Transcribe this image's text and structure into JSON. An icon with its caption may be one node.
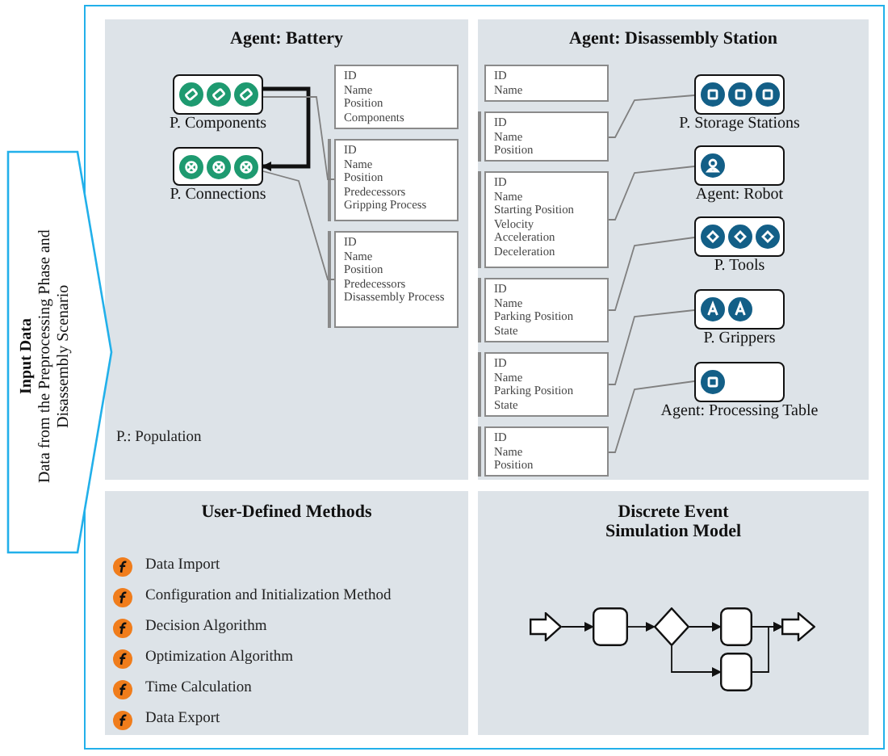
{
  "diagram": {
    "nodes": [
      {
        "text": [
          "Input Data",
          "Data from the Preprocessing Phase and Disassembly Scenario"
        ]
      },
      {
        "text": [
          "Agent: Battery"
        ]
      },
      {
        "text": [
          "P. Components"
        ],
        "in": 1
      },
      {
        "text": [
          "P. Connections"
        ],
        "in": 1
      },
      {
        "text": [
          "ID",
          "Name",
          "Position",
          "Components"
        ],
        "in": 1
      },
      {
        "text": [
          "ID",
          "Name",
          "Position",
          "Predecessors",
          "Gripping Process"
        ],
        "in": 1
      },
      {
        "text": [
          "ID",
          "Name",
          "Position",
          "Predecessors",
          "Disassembly Process"
        ],
        "in": 1
      },
      {
        "text": [
          "Agent: Disassembly Station"
        ]
      },
      {
        "text": [
          "ID",
          "Name"
        ],
        "in": 7
      },
      {
        "text": [
          "ID",
          "Name",
          "Position"
        ],
        "in": 7
      },
      {
        "text": [
          "ID",
          "Name",
          "Starting Position",
          "Velocity",
          "Acceleration",
          "Deceleration"
        ],
        "in": 7
      },
      {
        "text": [
          "ID",
          "Name",
          "Parking Position",
          "State"
        ],
        "in": 7
      },
      {
        "text": [
          "ID",
          "Name",
          "Parking Position",
          "State"
        ],
        "in": 7
      },
      {
        "text": [
          "ID",
          "Name",
          "Position"
        ],
        "in": 7
      },
      {
        "text": [
          "P. Storage Stations"
        ],
        "in": 7
      },
      {
        "text": [
          "Agent: Robot"
        ],
        "in": 7
      },
      {
        "text": [
          "P. Tools"
        ],
        "in": 7
      },
      {
        "text": [
          "P. Grippers"
        ],
        "in": 7
      },
      {
        "text": [
          "Agent: Processing Table"
        ],
        "in": 7
      },
      {
        "text": [
          "User-Defined Methods"
        ]
      },
      {
        "text": [
          "Discrete Event Simulation Model"
        ]
      },
      {
        "text": [],
        "shape": "arrow",
        "in": 20
      },
      {
        "text": [],
        "shape": "box",
        "in": 20
      },
      {
        "text": [],
        "shape": "diamond",
        "in": 20
      },
      {
        "text": [],
        "shape": "box",
        "in": 20
      },
      {
        "text": [],
        "shape": "box",
        "in": 20
      },
      {
        "text": [],
        "shape": "arrow",
        "in": 20
      }
    ],
    "edges": [
      {
        "from": 2,
        "to": 3,
        "arrow": "to",
        "style": "thick"
      },
      {
        "from": 2,
        "to": 5,
        "arrow": "none",
        "color": "#808080"
      },
      {
        "from": 3,
        "to": 6,
        "arrow": "none",
        "color": "#808080"
      },
      {
        "from": 9,
        "to": 14,
        "arrow": "none",
        "color": "#808080"
      },
      {
        "from": 10,
        "to": 15,
        "arrow": "none",
        "color": "#808080"
      },
      {
        "from": 11,
        "to": 16,
        "arrow": "none",
        "color": "#808080"
      },
      {
        "from": 12,
        "to": 17,
        "arrow": "none",
        "color": "#808080"
      },
      {
        "from": 13,
        "to": 18,
        "arrow": "none",
        "color": "#808080"
      },
      {
        "from": 21,
        "to": 22,
        "arrow": "to"
      },
      {
        "from": 22,
        "to": 23,
        "arrow": "to"
      },
      {
        "from": 23,
        "to": 24,
        "arrow": "to"
      },
      {
        "from": 23,
        "to": 25,
        "arrow": "to"
      },
      {
        "from": 24,
        "to": 26,
        "arrow": "to"
      },
      {
        "from": 25,
        "to": 26,
        "arrow": "to"
      }
    ],
    "labels": [
      "P.: Population",
      "Data Import",
      "Configuration and Initialization Method",
      "Decision Algorithm",
      "Optimization Algorithm",
      "Time Calculation",
      "Data Export"
    ]
  }
}
